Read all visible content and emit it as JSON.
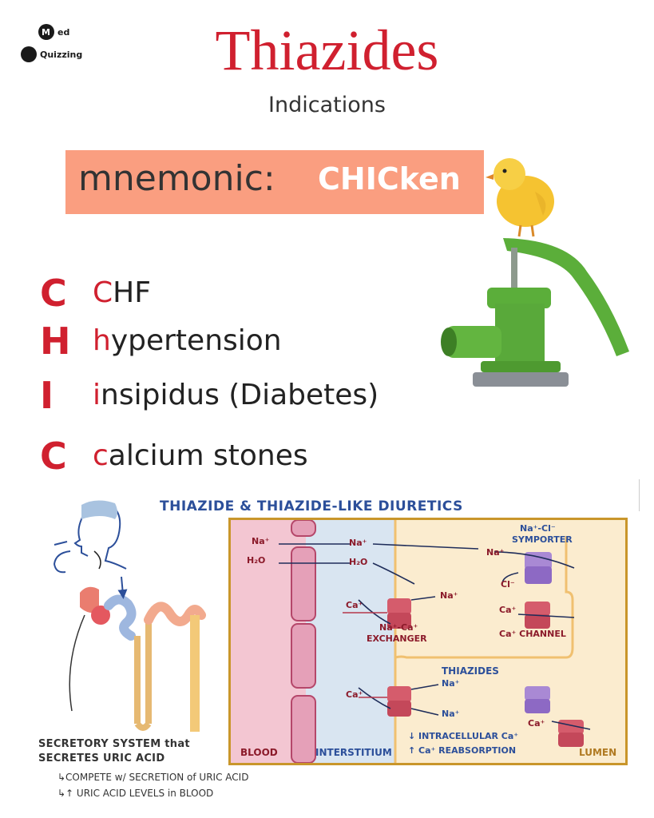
{
  "logo": {
    "line1_a": "M",
    "line1_b": "ed",
    "line2": "Quizzing"
  },
  "header": {
    "title": "Thiazides",
    "subtitle": "Indications"
  },
  "mnemonic": {
    "label": "mnemonic:",
    "word": "CHICken"
  },
  "items": [
    {
      "letter": "C",
      "first": "C",
      "rest": "HF"
    },
    {
      "letter": "H",
      "first": "h",
      "rest": "ypertension"
    },
    {
      "letter": "I",
      "first": "i",
      "rest": "nsipidus (Diabetes)"
    },
    {
      "letter": "C",
      "first": "c",
      "rest": "alcium stones"
    }
  ],
  "diagram": {
    "title": "THIAZIDE & THIAZIDE-LIKE DIURETICS",
    "labels": {
      "na1": "Na⁺",
      "na2": "Na⁺",
      "na3": "Na⁺",
      "na4": "Na⁺",
      "na5": "Na⁺",
      "na6": "Na⁺",
      "h2o1": "H₂O",
      "h2o2": "H₂O",
      "ca1": "Ca⁺",
      "ca2": "Ca⁺",
      "ca3": "Ca⁺",
      "ca4": "Ca⁺",
      "cl": "Cl⁻",
      "symporter": "Na⁺-Cl⁻",
      "symporter2": "SYMPORTER",
      "exchanger1": "Na⁺-Ca⁺",
      "exchanger2": "EXCHANGER",
      "channel": "Ca⁺ CHANNEL",
      "thiazides": "THIAZIDES",
      "intra": "↓ INTRACELLULAR Ca⁺",
      "reabs": "↑ Ca⁺ REABSORPTION",
      "blood": "BLOOD",
      "interstitium": "INTERSTITIUM",
      "lumen": "LUMEN"
    },
    "left": {
      "secretory1": "SECRETORY SYSTEM that",
      "secretory2": "SECRETES URIC ACID",
      "note1": "↳COMPETE w/ SECRETION of URIC ACID",
      "note2": "↳↑ URIC ACID LEVELS in BLOOD"
    }
  },
  "colors": {
    "title_red": "#d0202f",
    "mnemonic_bg": "#fa9e80",
    "diagram_blue": "#2c4f9a",
    "border_gold": "#c9962b"
  }
}
